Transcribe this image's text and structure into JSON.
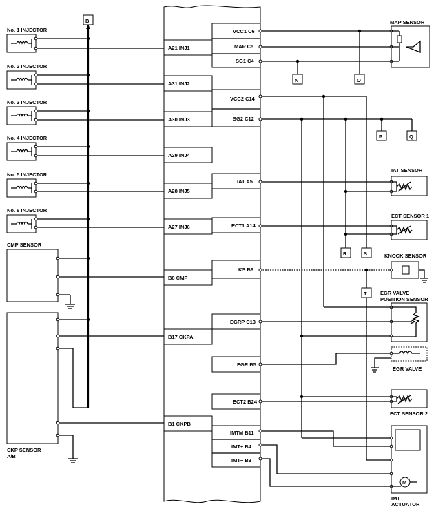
{
  "ecm_pins": {
    "left": [
      "A21 INJ1",
      "A31 INJ2",
      "A30 INJ3",
      "A29 INJ4",
      "A28 INJ5",
      "A27 INJ6",
      "B8 CMP",
      "B17 CKPA",
      "B1 CKPB"
    ],
    "right": [
      "VCC1 C6",
      "MAP C5",
      "SG1 C4",
      "VCC2 C14",
      "SG2 C12",
      "IAT A5",
      "ECT1 A14",
      "KS B6",
      "EGRP C13",
      "EGR B5",
      "ECT2 B24",
      "IMTM B11",
      "IMT+ B4",
      "IMT− B3"
    ]
  },
  "components": {
    "inj1": "No. 1 INJECTOR",
    "inj2": "No. 2 INJECTOR",
    "inj3": "No. 3 INJECTOR",
    "inj4": "No. 4 INJECTOR",
    "inj5": "No. 5 INJECTOR",
    "inj6": "No. 6 INJECTOR",
    "cmp": "CMP SENSOR",
    "ckp1": "CKP SENSOR",
    "ckp2": "A/B",
    "map": "MAP SENSOR",
    "iat": "IAT SENSOR",
    "ect1": "ECT SENSOR 1",
    "knock": "KNOCK SENSOR",
    "egrp1": "EGR VALVE",
    "egrp2": "POSITION SENSOR",
    "egrv": "EGR VALVE",
    "ect2": "ECT SENSOR 2",
    "imt1": "IMT",
    "imt2": "ACTUATOR"
  },
  "connectors": [
    "B",
    "N",
    "O",
    "P",
    "Q",
    "R",
    "S",
    "T"
  ]
}
